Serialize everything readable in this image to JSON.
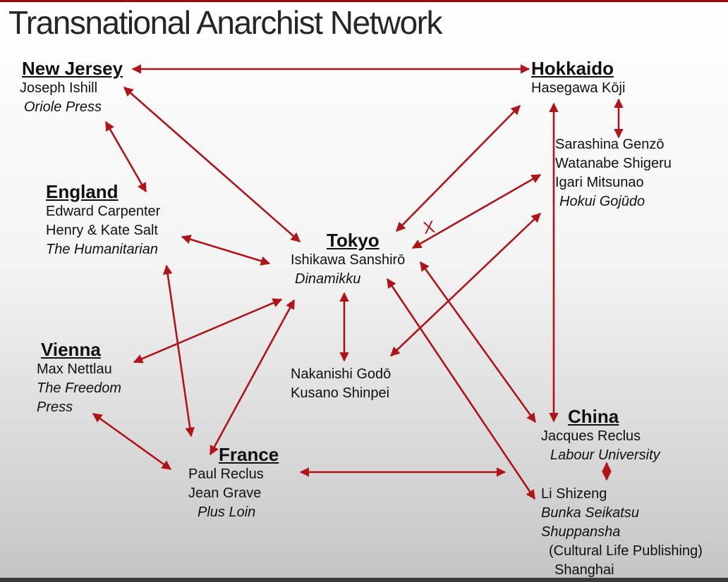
{
  "slide": {
    "title": "Transnational Anarchist Network",
    "accent_color": "#b01318",
    "top_bar_color": "#9e0b0f"
  },
  "nodes": {
    "new_jersey": {
      "heading": "New Jersey",
      "lines": [
        "Joseph Ishill",
        "Oriole Press"
      ]
    },
    "england": {
      "heading": "England",
      "lines": [
        "Edward Carpenter",
        "Henry & Kate Salt",
        "The Humanitarian"
      ]
    },
    "vienna": {
      "heading": "Vienna",
      "lines": [
        "Max Nettlau",
        "The Freedom",
        "Press"
      ]
    },
    "france": {
      "heading": "France",
      "lines": [
        "Paul Reclus",
        "Jean Grave",
        "Plus Loin"
      ]
    },
    "tokyo": {
      "heading": "Tokyo",
      "lines": [
        "Ishikawa Sanshirō",
        "Dinamikku"
      ]
    },
    "tokyo_group": {
      "lines": [
        "Nakanishi Godō",
        "Kusano Shinpei"
      ]
    },
    "hokkaido": {
      "heading": "Hokkaido",
      "lines": [
        "Hasegawa Kōji"
      ]
    },
    "hokkaido_group": {
      "lines": [
        "Sarashina Genzō",
        "Watanabe Shigeru",
        "Igari Mitsunao",
        "Hokui Gojūdo"
      ]
    },
    "china": {
      "heading": "China",
      "lines": [
        "Jacques Reclus",
        "Labour University"
      ]
    },
    "china_group": {
      "lines": [
        "Li Shizeng",
        "Bunka Seikatsu",
        "Shuppansha",
        "(Cultural Life Publishing)",
        "Shanghai"
      ]
    }
  },
  "connections": [
    {
      "from": "New Jersey",
      "to": "Hokkaido"
    },
    {
      "from": "New Jersey",
      "to": "England"
    },
    {
      "from": "New Jersey",
      "to": "Tokyo"
    },
    {
      "from": "England",
      "to": "Tokyo"
    },
    {
      "from": "England",
      "to": "France"
    },
    {
      "from": "Vienna",
      "to": "Tokyo"
    },
    {
      "from": "Vienna",
      "to": "France"
    },
    {
      "from": "France",
      "to": "Tokyo"
    },
    {
      "from": "France",
      "to": "China"
    },
    {
      "from": "Tokyo",
      "to": "Hokkaido"
    },
    {
      "from": "Tokyo",
      "to": "Hokkaido group"
    },
    {
      "from": "Tokyo",
      "to": "Nakanishi Godō / Kusano Shinpei"
    },
    {
      "from": "Nakanishi Godō / Kusano Shinpei",
      "to": "Hokkaido group"
    },
    {
      "from": "Tokyo",
      "to": "China"
    },
    {
      "from": "Tokyo",
      "to": "Li Shizeng"
    },
    {
      "from": "Hokkaido",
      "to": "Hokkaido group"
    },
    {
      "from": "Hokkaido",
      "to": "China"
    },
    {
      "from": "Jacques Reclus",
      "to": "Li Shizeng"
    }
  ],
  "marks": {
    "broken_link": "X"
  }
}
